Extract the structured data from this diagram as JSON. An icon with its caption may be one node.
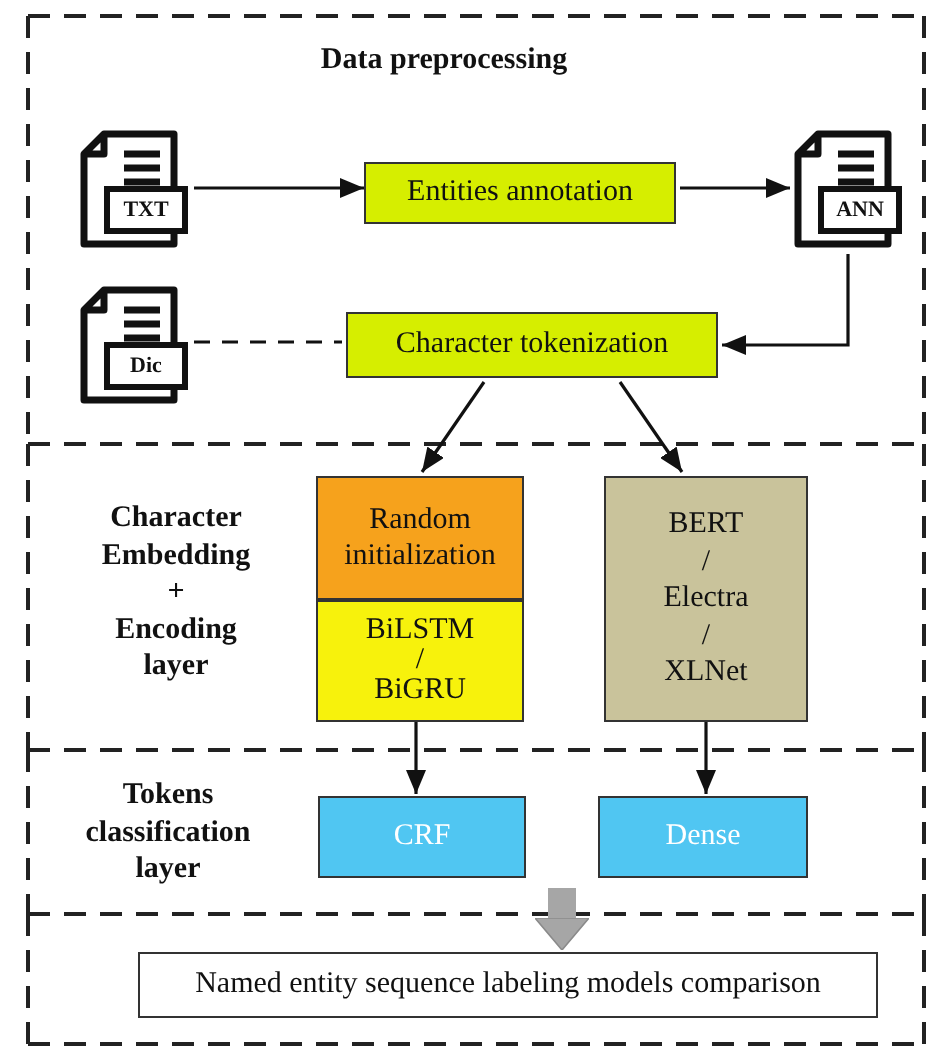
{
  "diagram": {
    "nodes": [
      {
        "text": [
          "Data preprocessing"
        ]
      },
      {
        "text": [
          "TXT"
        ],
        "in": 0
      },
      {
        "text": [
          "Entities annotation"
        ],
        "in": 0
      },
      {
        "text": [
          "ANN"
        ],
        "in": 0
      },
      {
        "text": [
          "Dic"
        ],
        "in": 0
      },
      {
        "text": [
          "Character tokenization"
        ],
        "in": 0
      },
      {
        "text": [
          "Character Embedding + Encoding layer"
        ]
      },
      {
        "text": [
          "Random initialization"
        ],
        "in": 6
      },
      {
        "text": [
          "BiLSTM / BiGRU"
        ],
        "in": 6
      },
      {
        "text": [
          "BERT / Electra / XLNet"
        ],
        "in": 6
      },
      {
        "text": [
          "Tokens classification layer"
        ]
      },
      {
        "text": [
          "CRF"
        ],
        "in": 10
      },
      {
        "text": [
          "Dense"
        ],
        "in": 10
      },
      {
        "text": [],
        "shape": "box"
      },
      {
        "text": [
          "Named entity sequence labeling models comparison"
        ],
        "in": 13
      }
    ],
    "edges": [
      {
        "from": 1,
        "to": 2,
        "arrow": "to"
      },
      {
        "from": 2,
        "to": 3,
        "arrow": "to"
      },
      {
        "from": 3,
        "to": 5,
        "arrow": "to"
      },
      {
        "from": 4,
        "to": 5,
        "arrow": "none",
        "style": "dashed"
      },
      {
        "from": 5,
        "to": 7,
        "arrow": "to"
      },
      {
        "from": 5,
        "to": 9,
        "arrow": "to"
      },
      {
        "from": 8,
        "to": 11,
        "arrow": "to"
      },
      {
        "from": 9,
        "to": 12,
        "arrow": "to"
      },
      {
        "from": null,
        "to": 14,
        "arrow": "to",
        "style": "thick",
        "color": "#a6a6a6"
      }
    ]
  }
}
